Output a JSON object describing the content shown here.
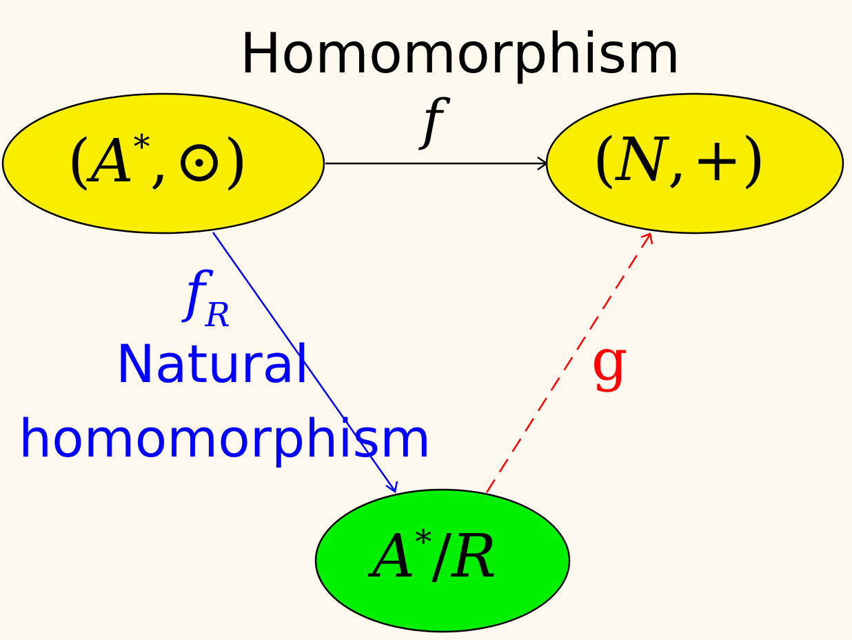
{
  "title": "Homomorphism",
  "nodes": {
    "monoid": {
      "open": "(",
      "base": "A",
      "sup": "*",
      "sep": ",",
      "op": "⊙",
      "close": ")"
    },
    "naturals": {
      "open": "(",
      "base": "N",
      "sep": ",",
      "op": "+",
      "close": ")"
    },
    "quotient": {
      "base": "A",
      "sup": "*",
      "slash": "/",
      "rel": "R"
    }
  },
  "edges": {
    "f": {
      "label": "f"
    },
    "fR": {
      "label": "f",
      "sub": "R",
      "caption_line1": "Natural",
      "caption_line2": "homomorphism"
    },
    "g": {
      "label": "g"
    }
  },
  "colors": {
    "background": "#FEF9EE",
    "yellow_node": "#F9EE00",
    "green_node": "#00F000",
    "blue": "#0000FF",
    "red": "#FF0000",
    "black": "#000000"
  }
}
